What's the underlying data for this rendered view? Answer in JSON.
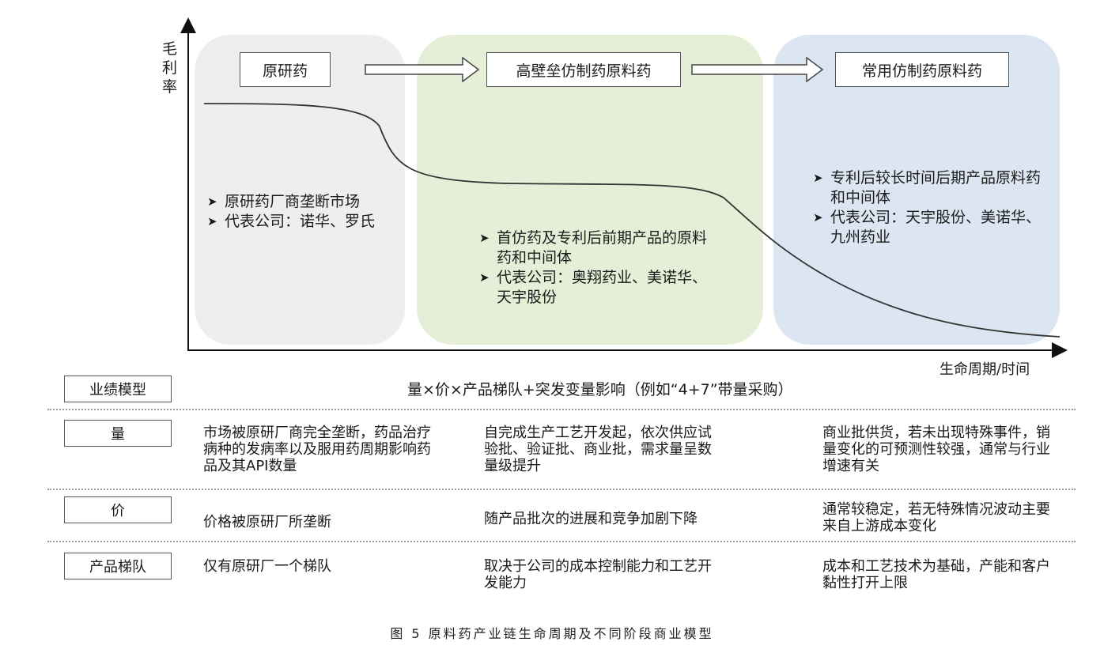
{
  "diagram": {
    "y_axis_label_chars": [
      "毛",
      "利",
      "率"
    ],
    "x_axis_label": "生命周期/时间",
    "stages": [
      {
        "label": "原研药",
        "bullets": [
          "原研药厂商垄断市场",
          "代表公司：诺华、罗氏"
        ],
        "zone_color": "#efeeec"
      },
      {
        "label": "高壁垒仿制药原料药",
        "bullets": [
          "首仿药及专利后前期产品的原料药和中间体",
          "代表公司：奥翔药业、美诺华、天宇股份"
        ],
        "zone_color": "#e5efd8"
      },
      {
        "label": "常用仿制药原料药",
        "bullets": [
          "专利后较长时间后期产品原料药和中间体",
          "代表公司：天宇股份、美诺华、九州药业"
        ],
        "zone_color": "#dce6f2"
      }
    ]
  },
  "table": {
    "performance_model": {
      "label": "业绩模型",
      "formula": "量×价×产品梯队+突发变量影响（例如“4+7”带量采购）"
    },
    "rows": [
      {
        "label": "量",
        "cells": [
          "市场被原研厂商完全垄断，药品治疗病种的发病率以及服用药周期影响药品及其API数量",
          "自完成生产工艺开发起，依次供应试验批、验证批、商业批，需求量呈数量级提升",
          "商业批供货，若未出现特殊事件，销量变化的可预测性较强，通常与行业增速有关"
        ]
      },
      {
        "label": "价",
        "cells": [
          "价格被原研厂所垄断",
          "随产品批次的进展和竞争加剧下降",
          "通常较稳定，若无特殊情况波动主要来自上游成本变化"
        ]
      },
      {
        "label": "产品梯队",
        "cells": [
          "仅有原研厂一个梯队",
          "取决于公司的成本控制能力和工艺开发能力",
          "成本和工艺技术为基础，产能和客户黏性打开上限"
        ]
      }
    ]
  },
  "caption": "图 5  原料药产业链生命周期及不同阶段商业模型"
}
